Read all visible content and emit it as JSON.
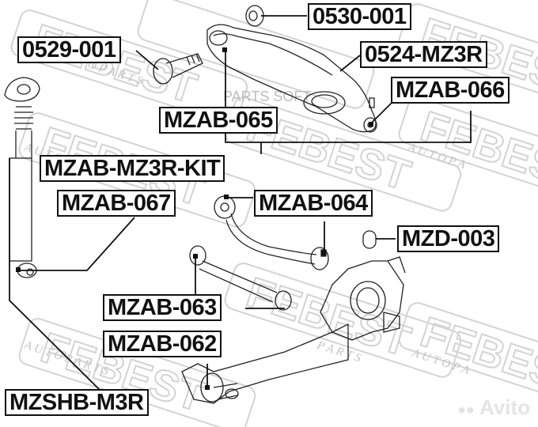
{
  "diagram": {
    "type": "exploded parts diagram",
    "subject": "rear suspension assembly"
  },
  "callouts": [
    {
      "id": "0530-001",
      "label": "0530-001"
    },
    {
      "id": "0529-001",
      "label": "0529-001"
    },
    {
      "id": "0524-MZ3R",
      "label": "0524-MZ3R"
    },
    {
      "id": "MZAB-066",
      "label": "MZAB-066"
    },
    {
      "id": "MZAB-065",
      "label": "MZAB-065"
    },
    {
      "id": "MZAB-MZ3R-KIT",
      "label": "MZAB-MZ3R-KIT"
    },
    {
      "id": "MZAB-067",
      "label": "MZAB-067"
    },
    {
      "id": "MZAB-064",
      "label": "MZAB-064"
    },
    {
      "id": "MZD-003",
      "label": "MZD-003"
    },
    {
      "id": "MZAB-063",
      "label": "MZAB-063"
    },
    {
      "id": "MZAB-062",
      "label": "MZAB-062"
    },
    {
      "id": "MZSHB-M3R",
      "label": "MZSHB-M3R"
    }
  ],
  "watermarks": {
    "brand": "FEBEST",
    "tagline": "AUTO PARTS",
    "overlay": "PARTS SOFT",
    "marketplace": "Avito"
  },
  "colors": {
    "ink": "#111111",
    "watermark": "#c8c8c8",
    "background": "#ffffff"
  }
}
